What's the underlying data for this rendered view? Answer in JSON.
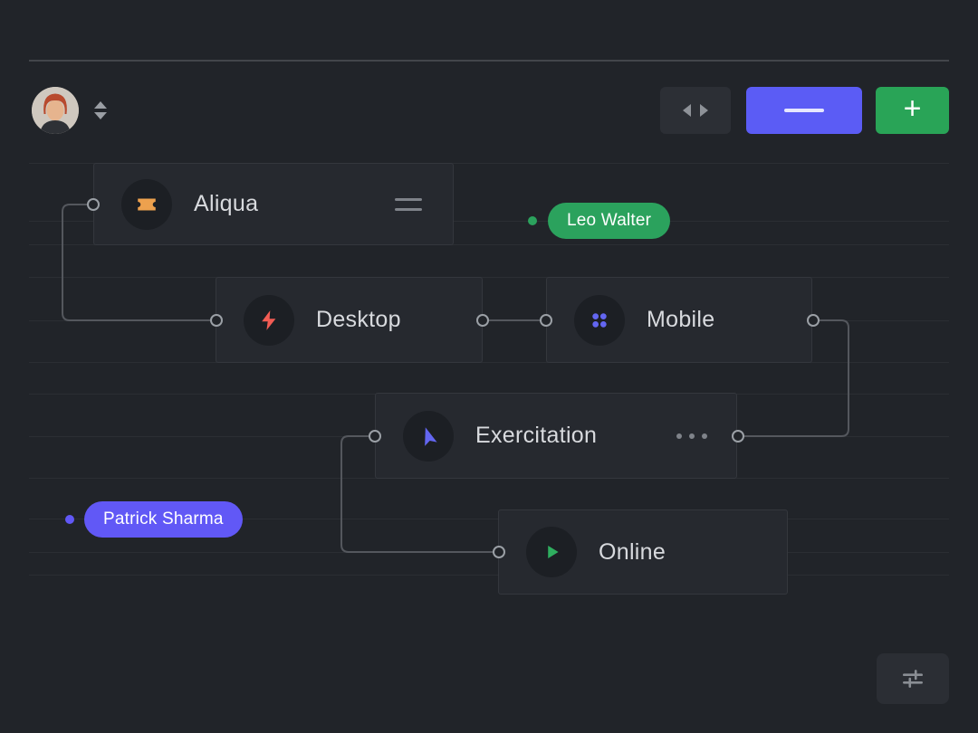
{
  "toolbar": {
    "avatar_icon": "user-avatar",
    "sort_icon": "sort-arrows-icon",
    "swap_icon": "horizontal-arrows-icon",
    "dash_icon": "dash-icon",
    "add_label": "+"
  },
  "nodes": [
    {
      "label": "Aliqua",
      "icon": "ticket-icon",
      "icon_color": "#eda14e",
      "trailing_icon": "drag-handle-icon"
    },
    {
      "label": "Desktop",
      "icon": "lightning-bolt-icon",
      "icon_color": "#f25c54"
    },
    {
      "label": "Mobile",
      "icon": "grid-dots-icon",
      "icon_color": "#6366f1"
    },
    {
      "label": "Exercitation",
      "icon": "navigation-arrow-icon",
      "icon_color": "#6366f1",
      "trailing_icon": "ellipsis-icon"
    },
    {
      "label": "Online",
      "icon": "play-icon",
      "icon_color": "#2fae5f"
    }
  ],
  "badges": [
    {
      "label": "Leo Walter",
      "color": "#2ba25d"
    },
    {
      "label": "Patrick Sharma",
      "color": "#6158f6"
    }
  ],
  "footer": {
    "settings_icon": "sliders-icon"
  },
  "colors": {
    "background": "#212429",
    "node_background": "#26292f",
    "node_border": "#34373d",
    "connection": "#54575d",
    "accent_purple": "#5b5cf5",
    "accent_green": "#29a457",
    "badge_green": "#2ba25d",
    "badge_purple": "#6158f6"
  }
}
